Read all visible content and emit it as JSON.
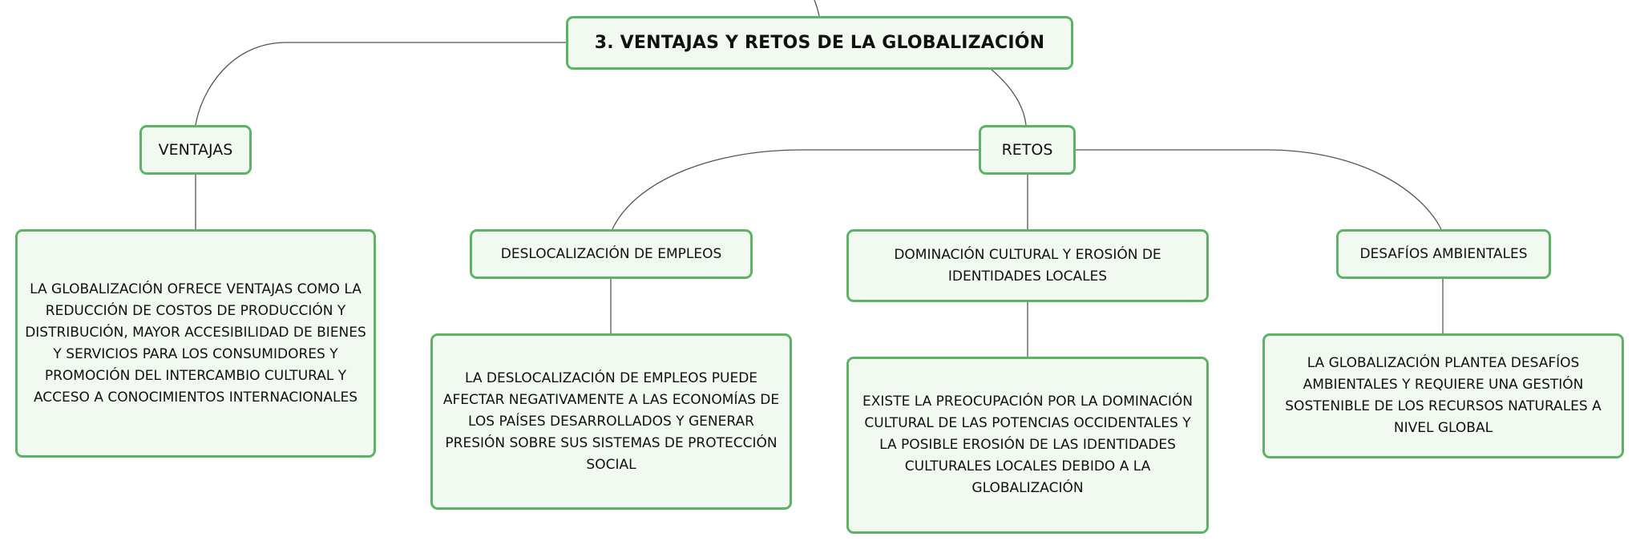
{
  "colors": {
    "node_fill": "#f1f9f1",
    "node_border": "#5cb364",
    "connector": "#555555",
    "text": "#111111"
  },
  "map": {
    "root": {
      "label": "3. VENTAJAS Y RETOS DE LA GLOBALIZACIÓN"
    },
    "ventajas": {
      "label": "VENTAJAS",
      "description": "LA GLOBALIZACIÓN OFRECE VENTAJAS COMO LA REDUCCIÓN DE COSTOS DE PRODUCCIÓN Y DISTRIBUCIÓN, MAYOR ACCESIBILIDAD DE BIENES Y SERVICIOS PARA LOS CONSUMIDORES Y PROMOCIÓN DEL INTERCAMBIO CULTURAL Y ACCESO A CONOCIMIENTOS INTERNACIONALES"
    },
    "retos": {
      "label": "RETOS",
      "items": [
        {
          "label": "DESLOCALIZACIÓN DE EMPLEOS",
          "description": "LA DESLOCALIZACIÓN DE EMPLEOS PUEDE AFECTAR NEGATIVAMENTE A LAS ECONOMÍAS DE LOS PAÍSES DESARROLLADOS Y GENERAR PRESIÓN SOBRE SUS SISTEMAS DE PROTECCIÓN SOCIAL"
        },
        {
          "label": "DOMINACIÓN CULTURAL Y EROSIÓN DE IDENTIDADES LOCALES",
          "description": "EXISTE LA PREOCUPACIÓN POR LA DOMINACIÓN CULTURAL DE LAS POTENCIAS OCCIDENTALES Y LA POSIBLE EROSIÓN DE LAS IDENTIDADES CULTURALES LOCALES DEBIDO A LA GLOBALIZACIÓN"
        },
        {
          "label": "DESAFÍOS AMBIENTALES",
          "description": "LA GLOBALIZACIÓN PLANTEA DESAFÍOS AMBIENTALES Y REQUIERE UNA GESTIÓN SOSTENIBLE DE LOS RECURSOS NATURALES A NIVEL GLOBAL"
        }
      ]
    }
  }
}
